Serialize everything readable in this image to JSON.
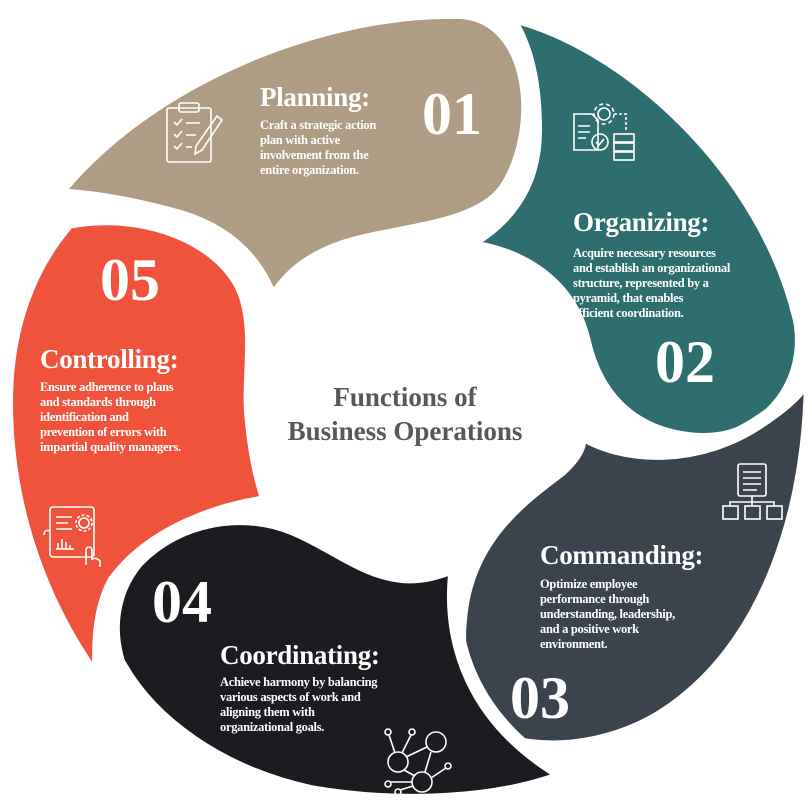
{
  "title": {
    "line1": "Functions of",
    "line2": "Business Operations"
  },
  "colors": {
    "planning": "#ae9c84",
    "organizing": "#2f6e6f",
    "commanding": "#3b434d",
    "coordinating": "#1e1b20",
    "controlling": "#f0533c"
  },
  "steps": [
    {
      "number": "01",
      "heading": "Planning:",
      "lines": [
        "Craft a strategic action",
        "plan with active",
        "involvement from the",
        "entire organization."
      ],
      "icon": "clipboard-checklist-icon"
    },
    {
      "number": "02",
      "heading": "Organizing:",
      "lines": [
        "Acquire necessary resources",
        "and establish an organizational",
        "structure, represented by a",
        "pyramid, that enables",
        "efficient coordination."
      ],
      "icon": "document-gear-database-icon"
    },
    {
      "number": "03",
      "heading": "Commanding:",
      "lines": [
        "Optimize employee",
        "performance through",
        "understanding, leadership,",
        "and a positive work",
        "environment."
      ],
      "icon": "hierarchy-chart-icon"
    },
    {
      "number": "04",
      "heading": "Coordinating:",
      "lines": [
        "Achieve harmony by balancing",
        "various aspects of work and",
        "aligning them with",
        "organizational goals."
      ],
      "icon": "people-network-icon"
    },
    {
      "number": "05",
      "heading": "Controlling:",
      "lines": [
        "Ensure adherence to plans",
        "and standards through",
        "identification and",
        "prevention of errors with",
        "impartial quality managers."
      ],
      "icon": "tablet-analytics-icon"
    }
  ]
}
